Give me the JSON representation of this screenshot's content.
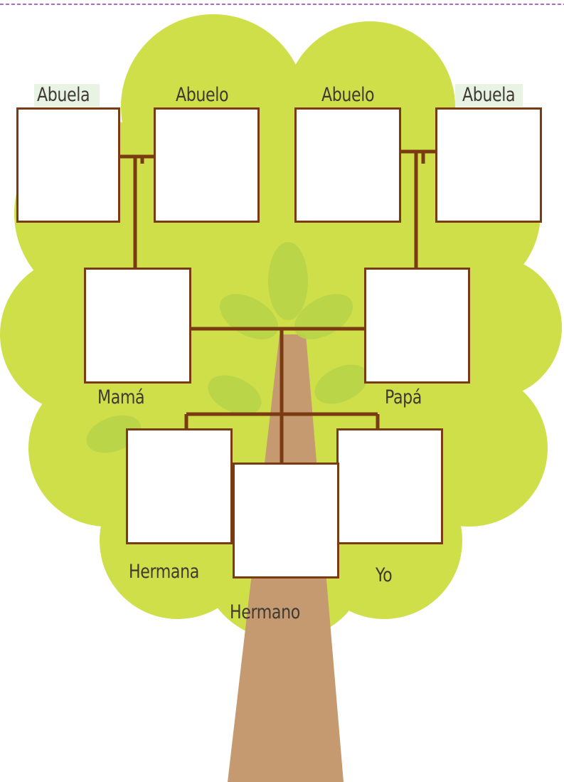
{
  "colors": {
    "page_border": "#8a3fb5",
    "foliage": "#cfdf4a",
    "foliage_leaf": "#b9d44a",
    "trunk": "#c69a70",
    "connector": "#7a3a12",
    "box_fill": "#ffffff",
    "label_text": "#3e3a33",
    "label_highlight": "#dfeed8"
  },
  "members": {
    "grandmother_maternal": "Abuela",
    "grandfather_maternal": "Abuelo",
    "grandfather_paternal": "Abuelo",
    "grandmother_paternal": "Abuela",
    "mother": "Mamá",
    "father": "Papá",
    "sister": "Hermana",
    "brother": "Hermano",
    "me": "Yo"
  }
}
